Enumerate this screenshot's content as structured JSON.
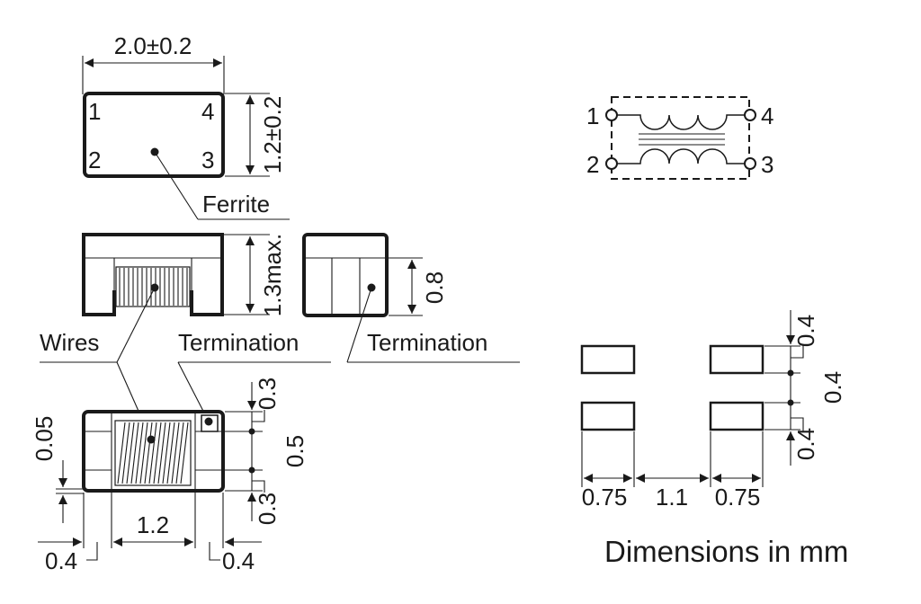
{
  "top_view": {
    "width_dim": "2.0±0.2",
    "height_dim": "1.2±0.2",
    "pins": [
      "1",
      "2",
      "3",
      "4"
    ],
    "ferrite_label": "Ferrite"
  },
  "side_view": {
    "height_dim": "1.3max.",
    "wires_label": "Wires",
    "termination_label": "Termination"
  },
  "end_view": {
    "termination_height_dim": "0.8",
    "termination_label": "Termination"
  },
  "bottom_view": {
    "gap_dim": "0.05",
    "center_width_dim": "1.2",
    "left_term_dim": "0.4",
    "right_term_dim": "0.4",
    "top_term_dim": "0.3",
    "middle_dim": "0.5",
    "bottom_term_dim": "0.3"
  },
  "schematic": {
    "pins": [
      "1",
      "2",
      "3",
      "4"
    ]
  },
  "land_pattern": {
    "pad_width_left": "0.75",
    "spacing": "1.1",
    "pad_width_right": "0.75",
    "pad_height_top": "0.4",
    "pad_gap": "0.4",
    "pad_height_bottom": "0.4"
  },
  "units_note": "Dimensions in mm"
}
